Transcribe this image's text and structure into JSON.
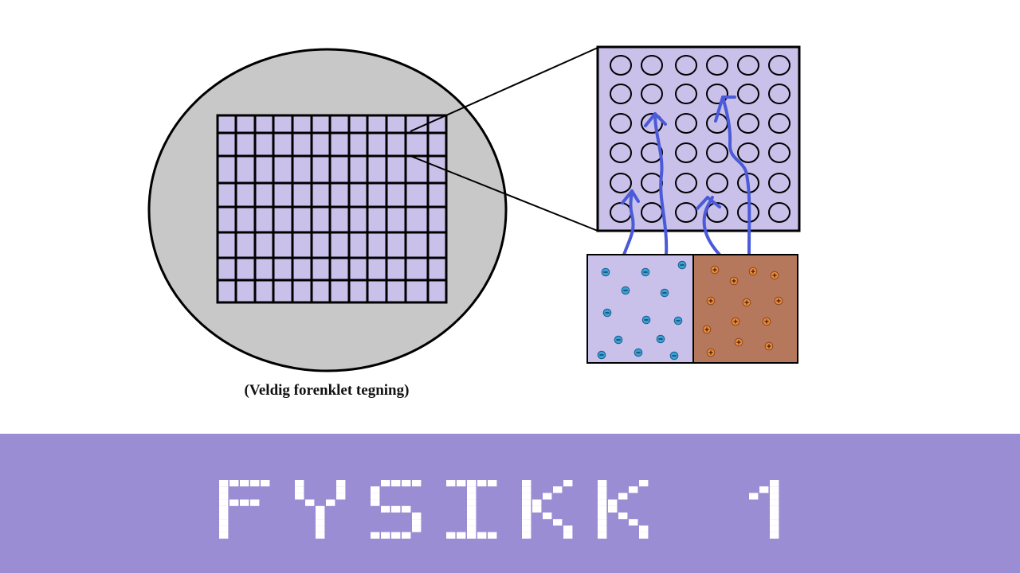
{
  "caption": "(Veldig forenklet tegning)",
  "banner": {
    "title": "FYSIKK 1"
  },
  "colors": {
    "background": "#ffffff",
    "wafer": "#c8c8c8",
    "grid_fill": "#c9c1ea",
    "outline": "#000000",
    "arrow": "#4a5ad8",
    "n_region": "#c9c1ea",
    "p_region": "#b5785c",
    "electron": "#3aa0d8",
    "hole": "#f08c3c",
    "banner": "#9b8dd3",
    "banner_text": "#ffffff"
  },
  "icons": {
    "electron_marker": "minus-sign-in-blue-dot",
    "hole_marker": "plus-sign-in-orange-dot"
  }
}
